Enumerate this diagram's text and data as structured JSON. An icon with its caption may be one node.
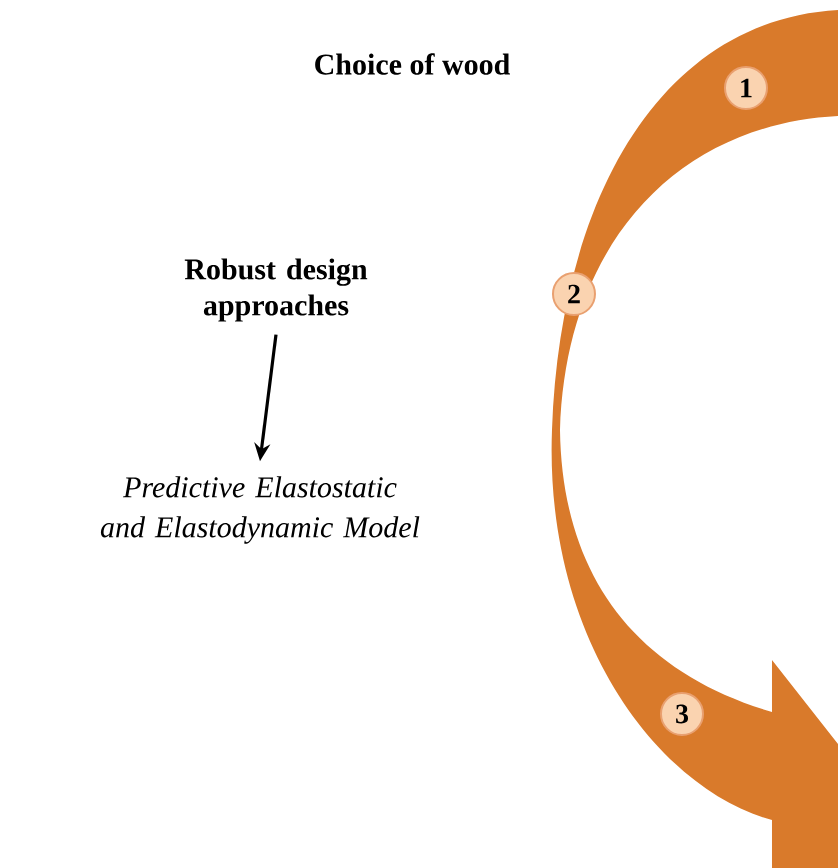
{
  "diagram": {
    "nodes": [
      {
        "text": [
          "Choice of wood"
        ]
      },
      {
        "text": [
          "Robust design approaches"
        ]
      },
      {
        "text": [
          "Predictive Elastostatic and Elastodynamic Model"
        ]
      },
      {
        "text": [
          "1"
        ]
      },
      {
        "text": [
          "2"
        ]
      },
      {
        "text": [
          "3"
        ]
      }
    ],
    "edges": [
      {
        "from": 1,
        "to": 2,
        "arrow": "to"
      }
    ]
  }
}
